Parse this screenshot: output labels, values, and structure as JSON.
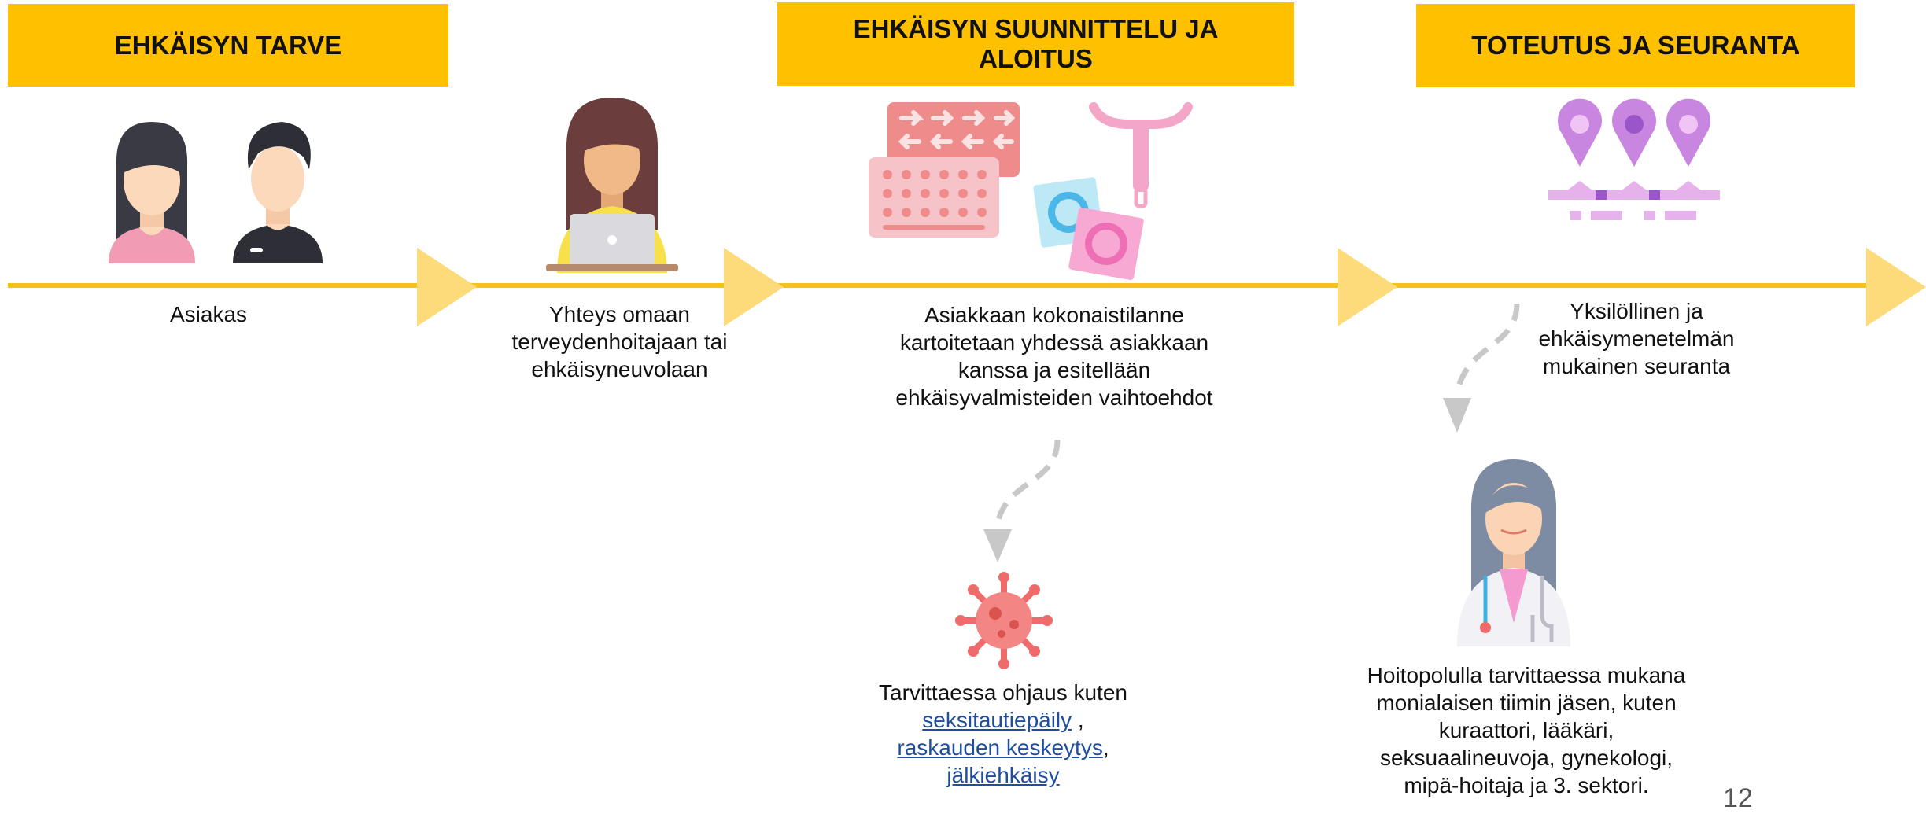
{
  "headers": {
    "need": "EHKÄISYN TARVE",
    "planning_line1": "EHKÄISYN SUUNNITTELU JA",
    "planning_line2": "ALOITUS",
    "followup": "TOTEUTUS JA SEURANTA"
  },
  "steps": {
    "client": "Asiakas",
    "contact": [
      "Yhteys omaan",
      "terveydenhoitajaan tai",
      "ehkäisyneuvolaan"
    ],
    "assessment": [
      "Asiakkaan kokonaistilanne",
      "kartoitetaan yhdessä asiakkaan",
      "kanssa ja esitellään",
      "ehkäisyvalmisteiden vaihtoehdot"
    ],
    "followup": [
      "Yksilöllinen ja",
      "ehkäisymenetelmän",
      "mukainen seuranta"
    ]
  },
  "referral": {
    "intro": "Tarvittaessa ohjaus kuten",
    "link_sti": "seksitautiepäily",
    "sep1": " ,",
    "link_abortion": "raskauden keskeytys",
    "sep2": ",",
    "link_emergency": "jälkiehkäisy"
  },
  "team": [
    "Hoitopolulla tarvittaessa mukana",
    "monialaisen tiimin jäsen, kuten",
    "kuraattori, lääkäri,",
    "seksuaalineuvoja, gynekologi,",
    "mipä-hoitaja ja 3. sektori."
  ],
  "page_number": "12",
  "icons": {
    "client_female": "woman-avatar-icon",
    "client_male": "man-avatar-icon",
    "nurse": "nurse-laptop-icon",
    "pills": "contraceptive-pills-icon",
    "iud": "iud-icon",
    "condom": "condom-icon",
    "pins": "location-pins-icon",
    "virus": "virus-icon",
    "doctor": "doctor-icon"
  },
  "colors": {
    "header_bg": "#FFC000",
    "timeline": "#F4C21B",
    "arrow": "#FDDA7A",
    "link": "#1F4E9E"
  }
}
